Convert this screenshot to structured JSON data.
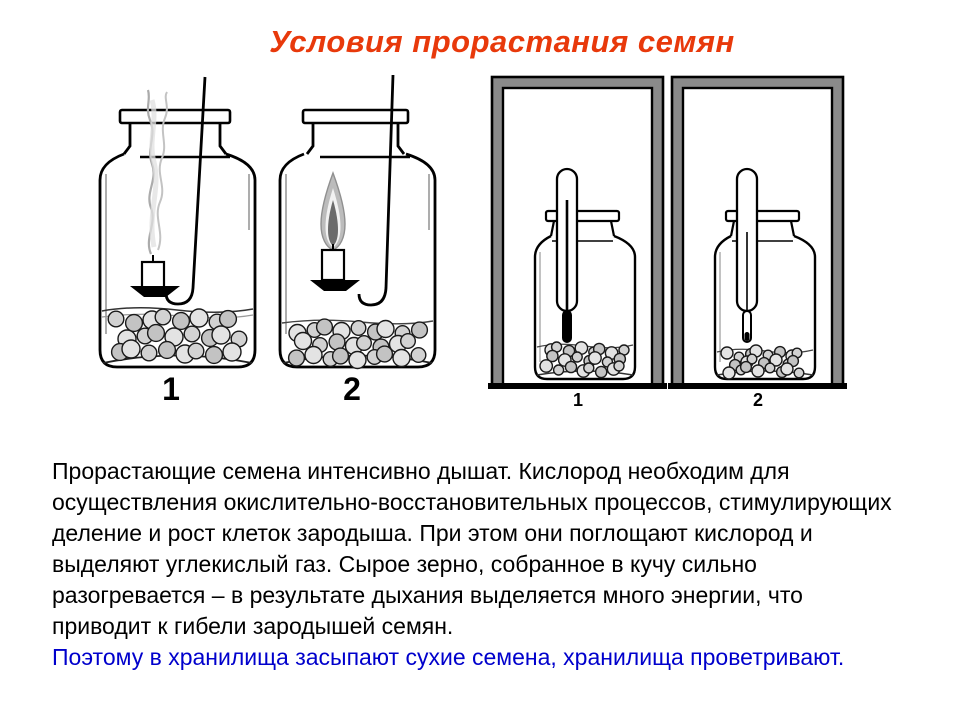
{
  "slide": {
    "title": "Условия прорастания семян"
  },
  "figures": {
    "left_jar1_label": "1",
    "left_jar2_label": "2",
    "right_jar1_label": "1",
    "right_jar2_label": "2"
  },
  "paragraph": {
    "lines": [
      "Прорастающие семена интенсивно дышат. Кислород необходим для",
      "осуществления окислительно-восстановительных процессов, стимулирующих",
      "деление и рост клеток зародыша. При этом они поглощают кислород и",
      "выделяют углекислый газ. Сырое зерно, собранное в кучу сильно",
      "разогревается – в результате дыхания выделяется много энергии, что",
      "приводит к гибели зародышей семян."
    ],
    "conclusion": "Поэтому в хранилища засыпают сухие семена, хранилища проветривают."
  },
  "colors": {
    "title_red": "#e8390b",
    "conclusion_blue": "#0000cc",
    "frame_gray": "#8a8a8a",
    "ink_black": "#000000"
  }
}
